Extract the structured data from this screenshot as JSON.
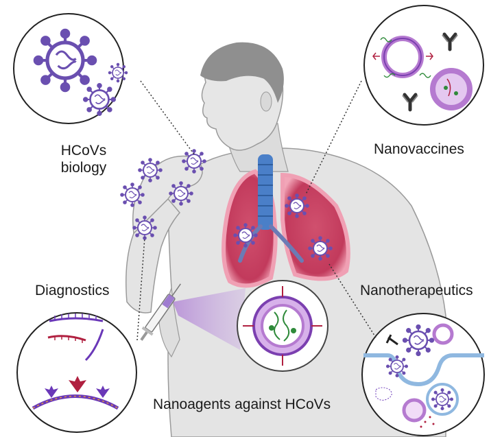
{
  "labels": {
    "hcovs_line1": "HCoVs",
    "hcovs_line2": "biology",
    "nanovaccines": "Nanovaccines",
    "diagnostics": "Diagnostics",
    "nanotherapeutics": "Nanotherapeutics",
    "caption": "Nanoagents against HCoVs"
  },
  "colors": {
    "skin": "#e4e4e4",
    "skin_outline": "#9a9a9a",
    "hair": "#8f8f8f",
    "virus": "#6a4fb0",
    "lung": "#c4405f",
    "lung_glow": "#e88aa0",
    "airway": "#4a7fc8",
    "nanoparticle": "#b57ad0",
    "rna_red": "#b02040",
    "rna_purple": "#6a38b8",
    "membrane": "#8fb8e0"
  },
  "icons": {
    "virus": "coronavirus-icon",
    "antibody": "antibody-icon",
    "syringe": "syringe-icon",
    "lungs": "lungs-icon",
    "nanoparticle": "lipid-nanoparticle-icon"
  }
}
